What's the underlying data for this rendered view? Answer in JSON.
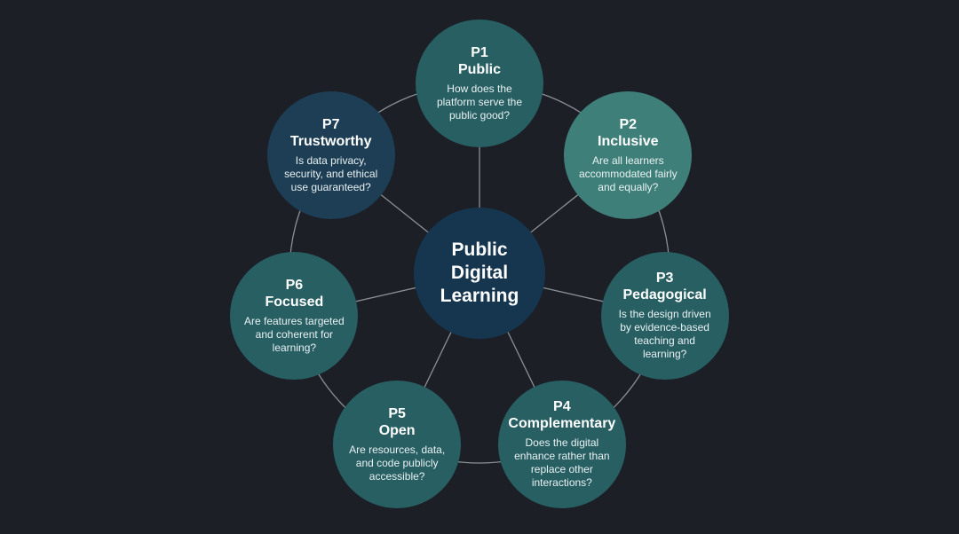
{
  "colors": {
    "background": "#1c1f26",
    "teal": "#275f63",
    "green": "#3f7f79",
    "navy": "#1d3e54",
    "center": "#163650",
    "connector": "#8a8f96"
  },
  "center": {
    "title": "Public Digital Learning"
  },
  "principles": [
    {
      "id": "p1",
      "code": "P1",
      "name": "Public",
      "question": "How does the platform serve the public good?",
      "color": "#275f63"
    },
    {
      "id": "p2",
      "code": "P2",
      "name": "Inclusive",
      "question": "Are all learners accommodated fairly and equally?",
      "color": "#3f7f79"
    },
    {
      "id": "p3",
      "code": "P3",
      "name": "Pedagogical",
      "question": "Is the design driven by evidence-based teaching and learning?",
      "color": "#275f63"
    },
    {
      "id": "p4",
      "code": "P4",
      "name": "Complementary",
      "question": "Does the digital enhance rather than replace other interactions?",
      "color": "#275f63"
    },
    {
      "id": "p5",
      "code": "P5",
      "name": "Open",
      "question": "Are resources, data, and code publicly accessible?",
      "color": "#275f63"
    },
    {
      "id": "p6",
      "code": "P6",
      "name": "Focused",
      "question": "Are features targeted and coherent for learning?",
      "color": "#275f63"
    },
    {
      "id": "p7",
      "code": "P7",
      "name": "Trustworthy",
      "question": "Is data privacy, security, and ethical use guaranteed?",
      "color": "#1d3e54"
    }
  ]
}
